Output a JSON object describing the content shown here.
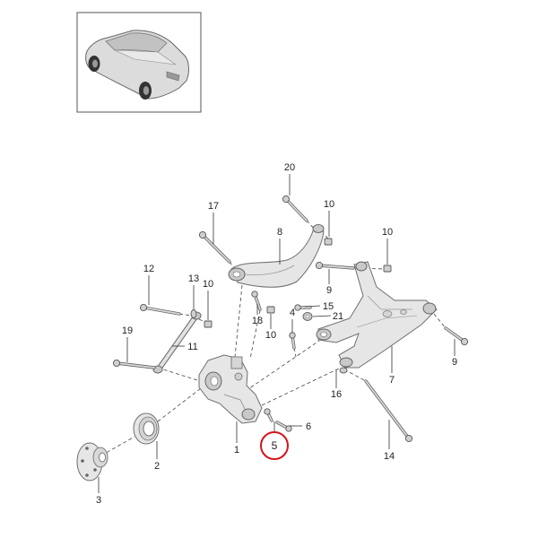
{
  "diagram": {
    "thumbnail": {
      "icon": "car-icon"
    },
    "highlight_color": "#d7121c",
    "callouts": {
      "c20": "20",
      "c17": "17",
      "c10a": "10",
      "c8": "8",
      "c10b": "10",
      "c12": "12",
      "c13": "13",
      "c10c": "10",
      "c9a": "9",
      "c15": "15",
      "c21": "21",
      "c18": "18",
      "c10d": "10",
      "c4": "4",
      "c19": "19",
      "c11": "11",
      "c7": "7",
      "c9b": "9",
      "c16": "16",
      "c6": "6",
      "c1": "1",
      "c5": "5",
      "c2": "2",
      "c14": "14",
      "c3": "3"
    }
  }
}
